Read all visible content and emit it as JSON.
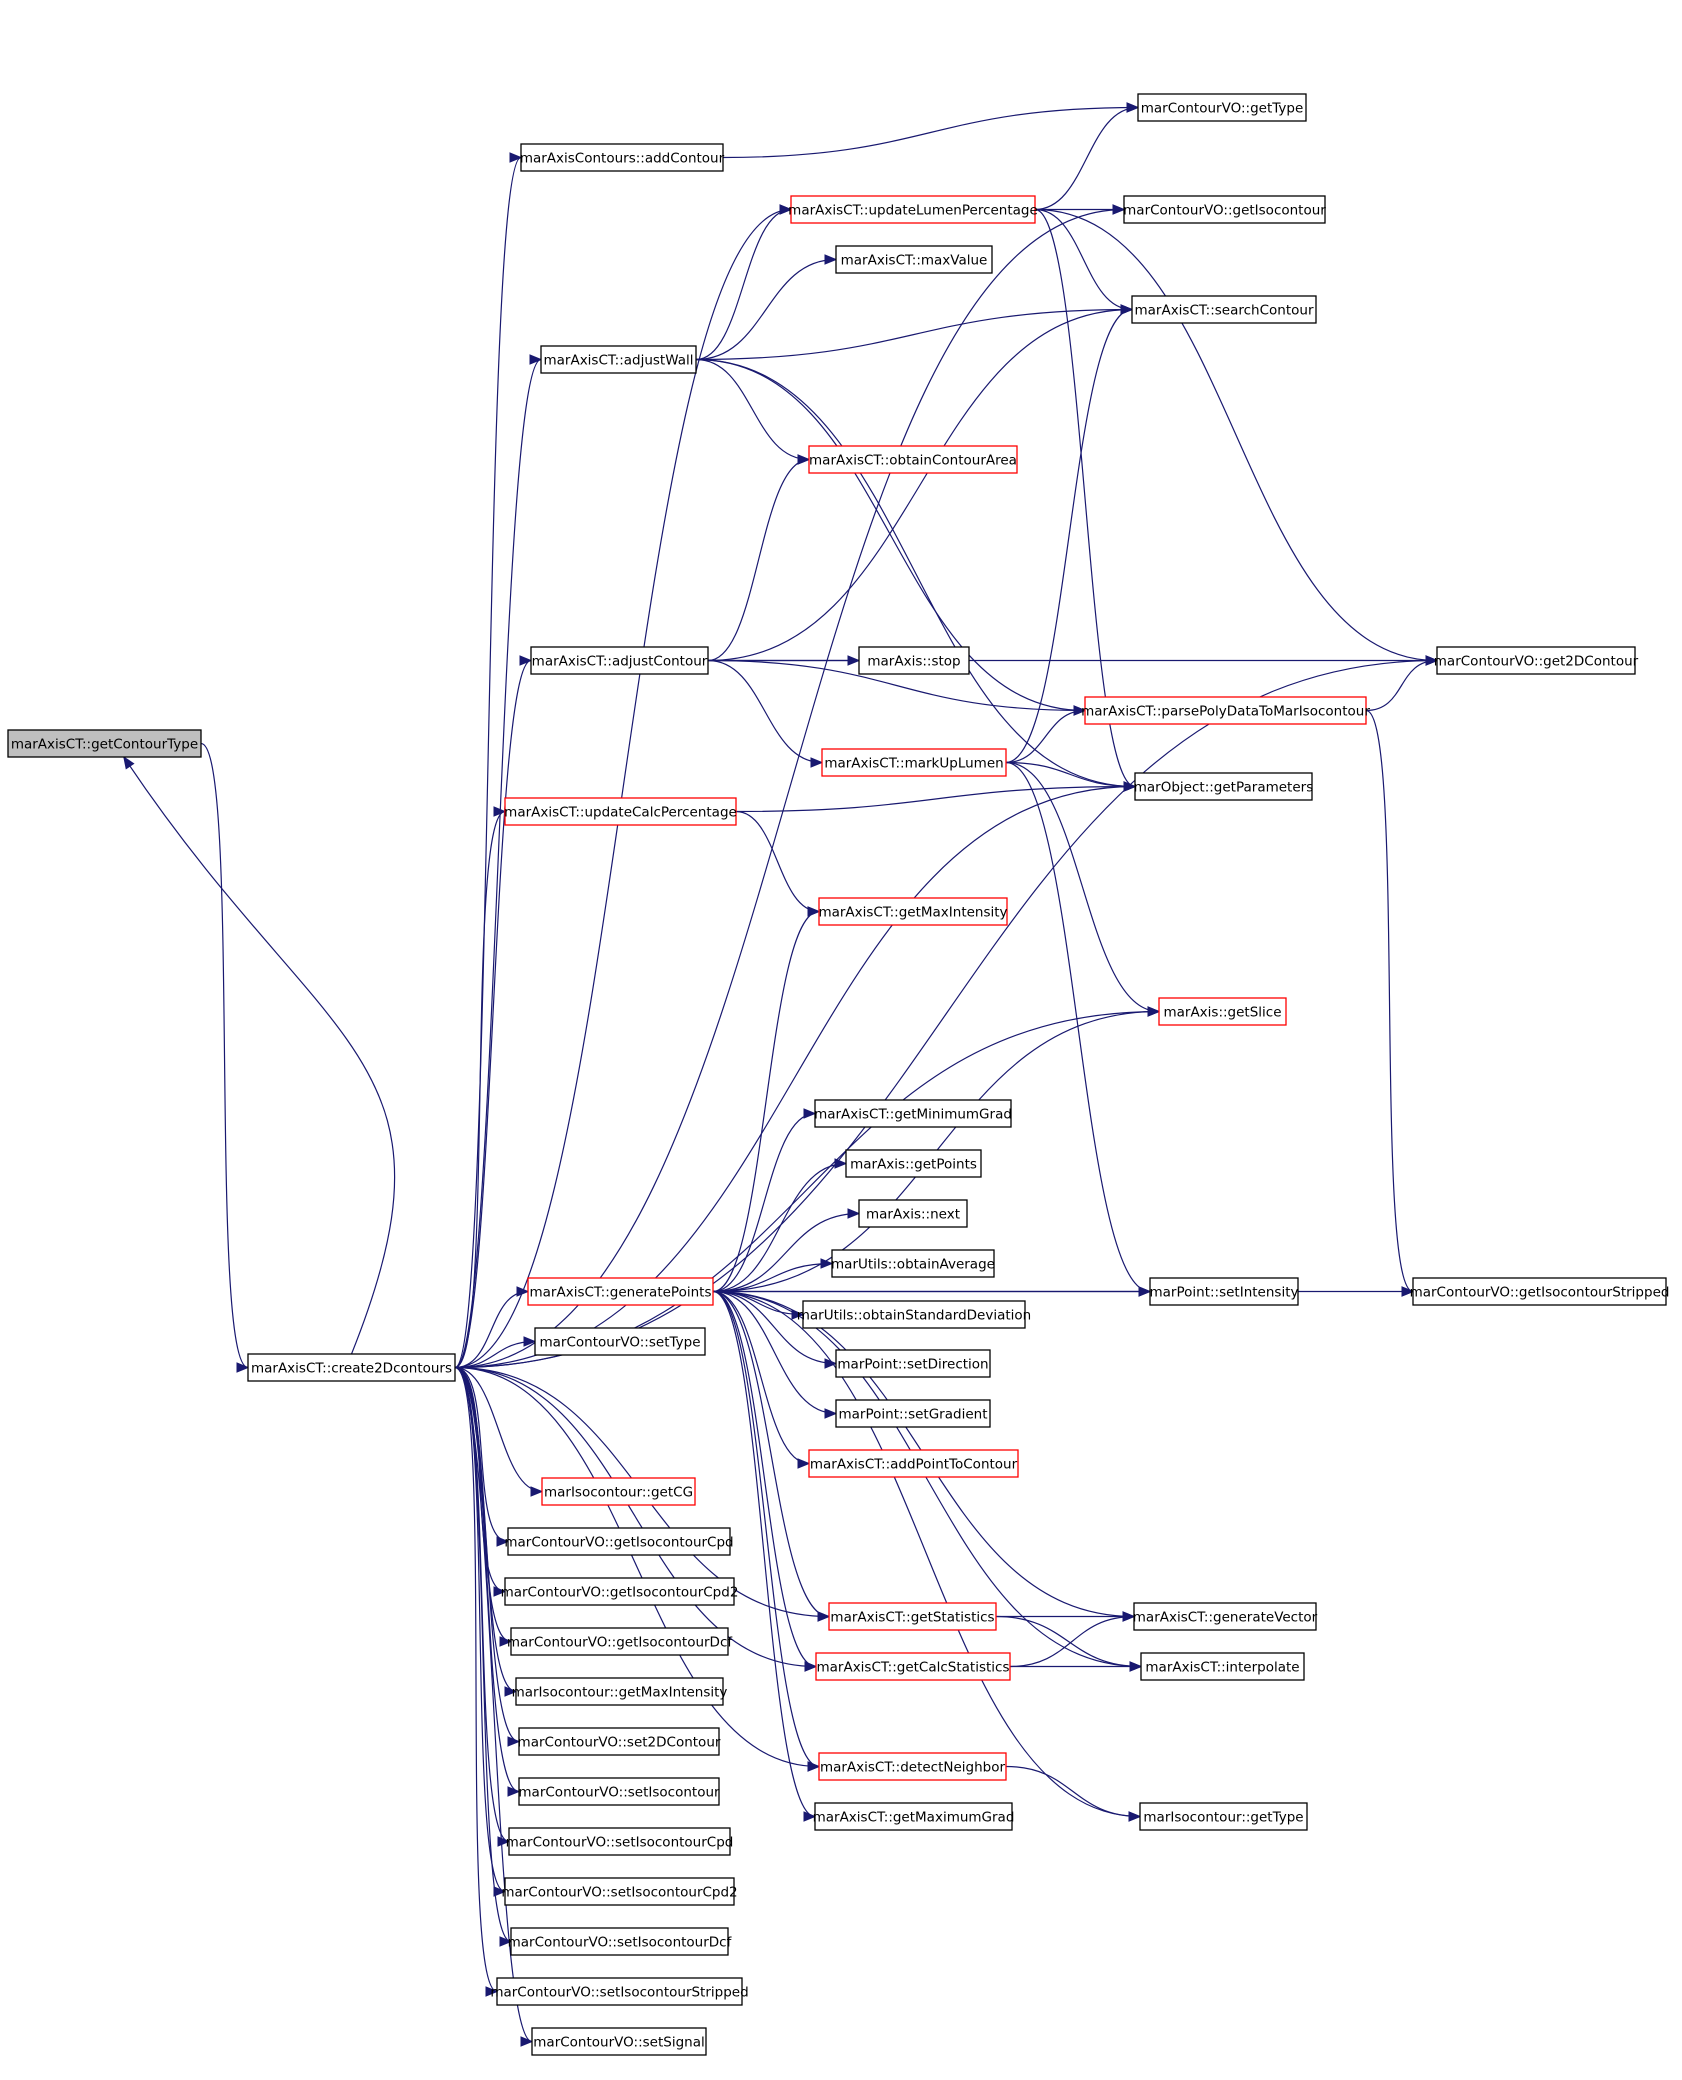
{
  "graph": {
    "nodes": [
      {
        "id": "getContourType",
        "label": "marAxisCT::getContourType",
        "style": "root"
      },
      {
        "id": "create2Dcontours",
        "label": "marAxisCT::create2Dcontours",
        "style": "normal"
      },
      {
        "id": "addContour",
        "label": "marAxisContours::addContour",
        "style": "normal"
      },
      {
        "id": "updateLumenPercentage",
        "label": "marAxisCT::updateLumenPercentage",
        "style": "red"
      },
      {
        "id": "maxValue",
        "label": "marAxisCT::maxValue",
        "style": "normal"
      },
      {
        "id": "adjustWall",
        "label": "marAxisCT::adjustWall",
        "style": "normal"
      },
      {
        "id": "obtainContourArea",
        "label": "marAxisCT::obtainContourArea",
        "style": "red"
      },
      {
        "id": "adjustContour",
        "label": "marAxisCT::adjustContour",
        "style": "normal"
      },
      {
        "id": "stop",
        "label": "marAxis::stop",
        "style": "normal"
      },
      {
        "id": "markUpLumen",
        "label": "marAxisCT::markUpLumen",
        "style": "red"
      },
      {
        "id": "updateCalcPercentage",
        "label": "marAxisCT::updateCalcPercentage",
        "style": "red"
      },
      {
        "id": "getMaxIntensityCT",
        "label": "marAxisCT::getMaxIntensity",
        "style": "red"
      },
      {
        "id": "getMinimumGrad",
        "label": "marAxisCT::getMinimumGrad",
        "style": "normal"
      },
      {
        "id": "getPoints",
        "label": "marAxis::getPoints",
        "style": "normal"
      },
      {
        "id": "next",
        "label": "marAxis::next",
        "style": "normal"
      },
      {
        "id": "obtainAverage",
        "label": "marUtils::obtainAverage",
        "style": "normal"
      },
      {
        "id": "generatePoints",
        "label": "marAxisCT::generatePoints",
        "style": "red"
      },
      {
        "id": "obtainStandardDeviation",
        "label": "marUtils::obtainStandardDeviation",
        "style": "normal"
      },
      {
        "id": "setType",
        "label": "marContourVO::setType",
        "style": "normal"
      },
      {
        "id": "setDirection",
        "label": "marPoint::setDirection",
        "style": "normal"
      },
      {
        "id": "setGradient",
        "label": "marPoint::setGradient",
        "style": "normal"
      },
      {
        "id": "addPointToContour",
        "label": "marAxisCT::addPointToContour",
        "style": "red"
      },
      {
        "id": "getCG",
        "label": "marIsocontour::getCG",
        "style": "red"
      },
      {
        "id": "getIsocontourCpd",
        "label": "marContourVO::getIsocontourCpd",
        "style": "normal"
      },
      {
        "id": "getIsocontourCpd2",
        "label": "marContourVO::getIsocontourCpd2",
        "style": "normal"
      },
      {
        "id": "getIsocontourDcf",
        "label": "marContourVO::getIsocontourDcf",
        "style": "normal"
      },
      {
        "id": "isoGetMaxIntensity",
        "label": "marIsocontour::getMaxIntensity",
        "style": "normal"
      },
      {
        "id": "set2DContour",
        "label": "marContourVO::set2DContour",
        "style": "normal"
      },
      {
        "id": "setIsocontour",
        "label": "marContourVO::setIsocontour",
        "style": "normal"
      },
      {
        "id": "setIsocontourCpd",
        "label": "marContourVO::setIsocontourCpd",
        "style": "normal"
      },
      {
        "id": "setIsocontourCpd2",
        "label": "marContourVO::setIsocontourCpd2",
        "style": "normal"
      },
      {
        "id": "setIsocontourDcf",
        "label": "marContourVO::setIsocontourDcf",
        "style": "normal"
      },
      {
        "id": "setIsocontourStripped",
        "label": "marContourVO::setIsocontourStripped",
        "style": "normal"
      },
      {
        "id": "setSignal",
        "label": "marContourVO::setSignal",
        "style": "normal"
      },
      {
        "id": "getStatistics",
        "label": "marAxisCT::getStatistics",
        "style": "red"
      },
      {
        "id": "getCalcStatistics",
        "label": "marAxisCT::getCalcStatistics",
        "style": "red"
      },
      {
        "id": "detectNeighbor",
        "label": "marAxisCT::detectNeighbor",
        "style": "red"
      },
      {
        "id": "getMaximumGrad",
        "label": "marAxisCT::getMaximumGrad",
        "style": "normal"
      },
      {
        "id": "voGetType",
        "label": "marContourVO::getType",
        "style": "normal"
      },
      {
        "id": "getIsocontour",
        "label": "marContourVO::getIsocontour",
        "style": "normal"
      },
      {
        "id": "searchContour",
        "label": "marAxisCT::searchContour",
        "style": "normal"
      },
      {
        "id": "parsePoly",
        "label": "marAxisCT::parsePolyDataToMarIsocontour",
        "style": "red"
      },
      {
        "id": "getParameters",
        "label": "marObject::getParameters",
        "style": "normal"
      },
      {
        "id": "getSlice",
        "label": "marAxis::getSlice",
        "style": "red"
      },
      {
        "id": "setIntensity",
        "label": "marPoint::setIntensity",
        "style": "normal"
      },
      {
        "id": "generateVector",
        "label": "marAxisCT::generateVector",
        "style": "normal"
      },
      {
        "id": "interpolate",
        "label": "marAxisCT::interpolate",
        "style": "normal"
      },
      {
        "id": "isoGetType",
        "label": "marIsocontour::getType",
        "style": "normal"
      },
      {
        "id": "get2DContour",
        "label": "marContourVO::get2DContour",
        "style": "normal"
      },
      {
        "id": "getIsocontourStripped",
        "label": "marContourVO::getIsocontourStripped",
        "style": "normal"
      }
    ],
    "edges": [
      [
        "getContourType",
        "create2Dcontours"
      ],
      [
        "create2Dcontours",
        "getContourType"
      ],
      [
        "create2Dcontours",
        "addContour"
      ],
      [
        "create2Dcontours",
        "updateLumenPercentage"
      ],
      [
        "create2Dcontours",
        "adjustWall"
      ],
      [
        "create2Dcontours",
        "adjustContour"
      ],
      [
        "create2Dcontours",
        "updateCalcPercentage"
      ],
      [
        "create2Dcontours",
        "generatePoints"
      ],
      [
        "create2Dcontours",
        "setType"
      ],
      [
        "create2Dcontours",
        "getCG"
      ],
      [
        "create2Dcontours",
        "getIsocontourCpd"
      ],
      [
        "create2Dcontours",
        "getIsocontourCpd2"
      ],
      [
        "create2Dcontours",
        "getIsocontourDcf"
      ],
      [
        "create2Dcontours",
        "isoGetMaxIntensity"
      ],
      [
        "create2Dcontours",
        "set2DContour"
      ],
      [
        "create2Dcontours",
        "setIsocontour"
      ],
      [
        "create2Dcontours",
        "setIsocontourCpd"
      ],
      [
        "create2Dcontours",
        "setIsocontourCpd2"
      ],
      [
        "create2Dcontours",
        "setIsocontourDcf"
      ],
      [
        "create2Dcontours",
        "setIsocontourStripped"
      ],
      [
        "create2Dcontours",
        "setSignal"
      ],
      [
        "create2Dcontours",
        "get2DContour"
      ],
      [
        "create2Dcontours",
        "getSlice"
      ],
      [
        "create2Dcontours",
        "getStatistics"
      ],
      [
        "create2Dcontours",
        "getCalcStatistics"
      ],
      [
        "create2Dcontours",
        "detectNeighbor"
      ],
      [
        "create2Dcontours",
        "getIsocontour"
      ],
      [
        "create2Dcontours",
        "getParameters"
      ],
      [
        "addContour",
        "voGetType"
      ],
      [
        "updateLumenPercentage",
        "voGetType"
      ],
      [
        "updateLumenPercentage",
        "getIsocontour"
      ],
      [
        "updateLumenPercentage",
        "searchContour"
      ],
      [
        "updateLumenPercentage",
        "getParameters"
      ],
      [
        "updateLumenPercentage",
        "get2DContour"
      ],
      [
        "adjustWall",
        "updateLumenPercentage"
      ],
      [
        "adjustWall",
        "maxValue"
      ],
      [
        "adjustWall",
        "obtainContourArea"
      ],
      [
        "adjustWall",
        "searchContour"
      ],
      [
        "adjustWall",
        "parsePoly"
      ],
      [
        "adjustWall",
        "getParameters"
      ],
      [
        "adjustContour",
        "obtainContourArea"
      ],
      [
        "adjustContour",
        "stop"
      ],
      [
        "adjustContour",
        "markUpLumen"
      ],
      [
        "adjustContour",
        "searchContour"
      ],
      [
        "adjustContour",
        "parsePoly"
      ],
      [
        "adjustContour",
        "get2DContour"
      ],
      [
        "markUpLumen",
        "searchContour"
      ],
      [
        "markUpLumen",
        "parsePoly"
      ],
      [
        "markUpLumen",
        "getParameters"
      ],
      [
        "markUpLumen",
        "getSlice"
      ],
      [
        "markUpLumen",
        "setIntensity"
      ],
      [
        "updateCalcPercentage",
        "getMaxIntensityCT"
      ],
      [
        "updateCalcPercentage",
        "getParameters"
      ],
      [
        "generatePoints",
        "getMaxIntensityCT"
      ],
      [
        "generatePoints",
        "getSlice"
      ],
      [
        "generatePoints",
        "getMinimumGrad"
      ],
      [
        "generatePoints",
        "getPoints"
      ],
      [
        "generatePoints",
        "next"
      ],
      [
        "generatePoints",
        "obtainAverage"
      ],
      [
        "generatePoints",
        "obtainStandardDeviation"
      ],
      [
        "generatePoints",
        "setDirection"
      ],
      [
        "generatePoints",
        "setGradient"
      ],
      [
        "generatePoints",
        "addPointToContour"
      ],
      [
        "generatePoints",
        "getStatistics"
      ],
      [
        "generatePoints",
        "getCalcStatistics"
      ],
      [
        "generatePoints",
        "detectNeighbor"
      ],
      [
        "generatePoints",
        "getMaximumGrad"
      ],
      [
        "generatePoints",
        "setIntensity"
      ],
      [
        "generatePoints",
        "generateVector"
      ],
      [
        "generatePoints",
        "interpolate"
      ],
      [
        "generatePoints",
        "isoGetType"
      ],
      [
        "generatePoints",
        "getIsocontourStripped"
      ],
      [
        "getStatistics",
        "generateVector"
      ],
      [
        "getStatistics",
        "interpolate"
      ],
      [
        "getCalcStatistics",
        "generateVector"
      ],
      [
        "getCalcStatistics",
        "interpolate"
      ],
      [
        "detectNeighbor",
        "isoGetType"
      ],
      [
        "parsePoly",
        "get2DContour"
      ],
      [
        "parsePoly",
        "getIsocontourStripped"
      ]
    ]
  }
}
